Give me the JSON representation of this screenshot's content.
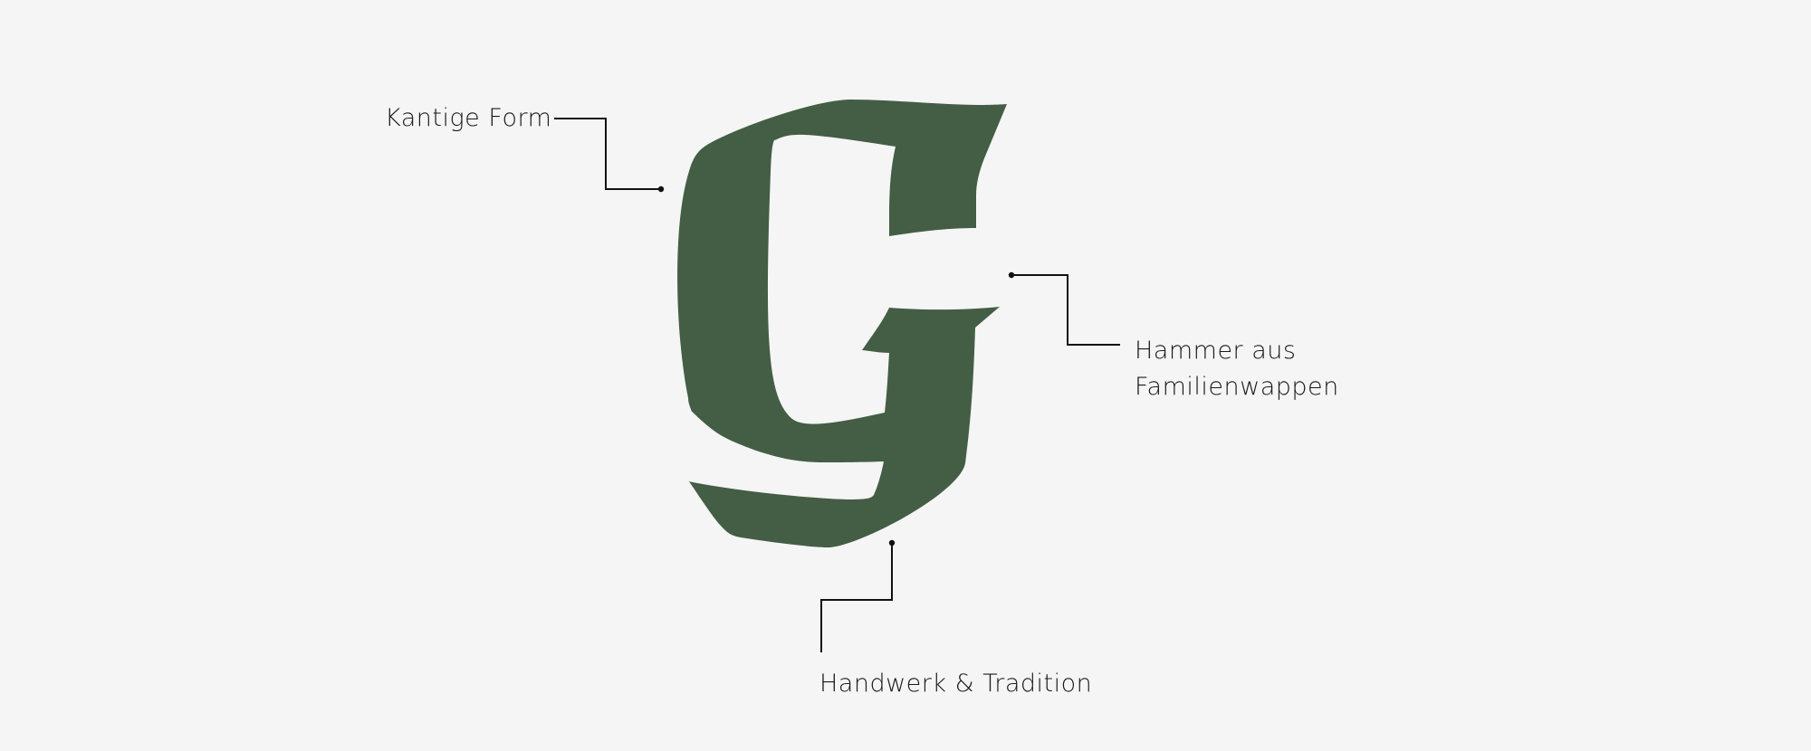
{
  "colors": {
    "background": "#f5f5f5",
    "glyph": "#435e44",
    "line": "#111111",
    "text": "#1a1a1a"
  },
  "logo": {
    "glyph_icon": "letter-g-logo-icon"
  },
  "annotations": {
    "shape": {
      "label": "Kantige Form"
    },
    "hammer": {
      "line1": "Hammer aus",
      "line2": "Familienwappen"
    },
    "craft": {
      "label": "Handwerk & Tradition"
    }
  }
}
